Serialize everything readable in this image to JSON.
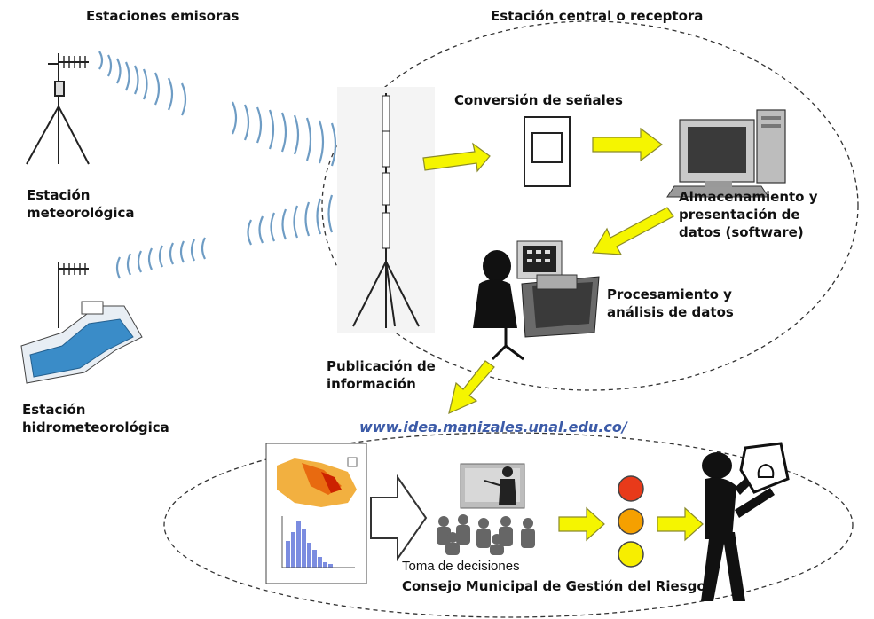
{
  "headers": {
    "emitting": "Estaciones emisoras",
    "central": "Estación central o receptora"
  },
  "stations": {
    "meteo": [
      "Estación",
      "meteorológica"
    ],
    "hydro": [
      "Estación",
      "hidrometeorológica"
    ]
  },
  "central": {
    "conversion": "Conversión de señales",
    "storage": [
      "Almacenamiento y",
      "presentación de",
      "datos (software)"
    ],
    "processing": [
      "Procesamiento y",
      "análisis de datos"
    ],
    "publication": [
      "Publicación de",
      "información"
    ]
  },
  "url": "www.idea.manizales.unal.edu.co/",
  "decisions": {
    "title": "Toma de decisiones",
    "council": "Consejo Municipal de Gestión del Riesgo"
  },
  "colors": {
    "arrow_fill": "#f5f500",
    "arrow_stroke": "#8a8a2a",
    "wave": "#6e9cc4",
    "light_red": "#e83a1a",
    "light_orange": "#f5a000",
    "light_yellow": "#f7ee00",
    "url_color": "#3c5ba8"
  }
}
